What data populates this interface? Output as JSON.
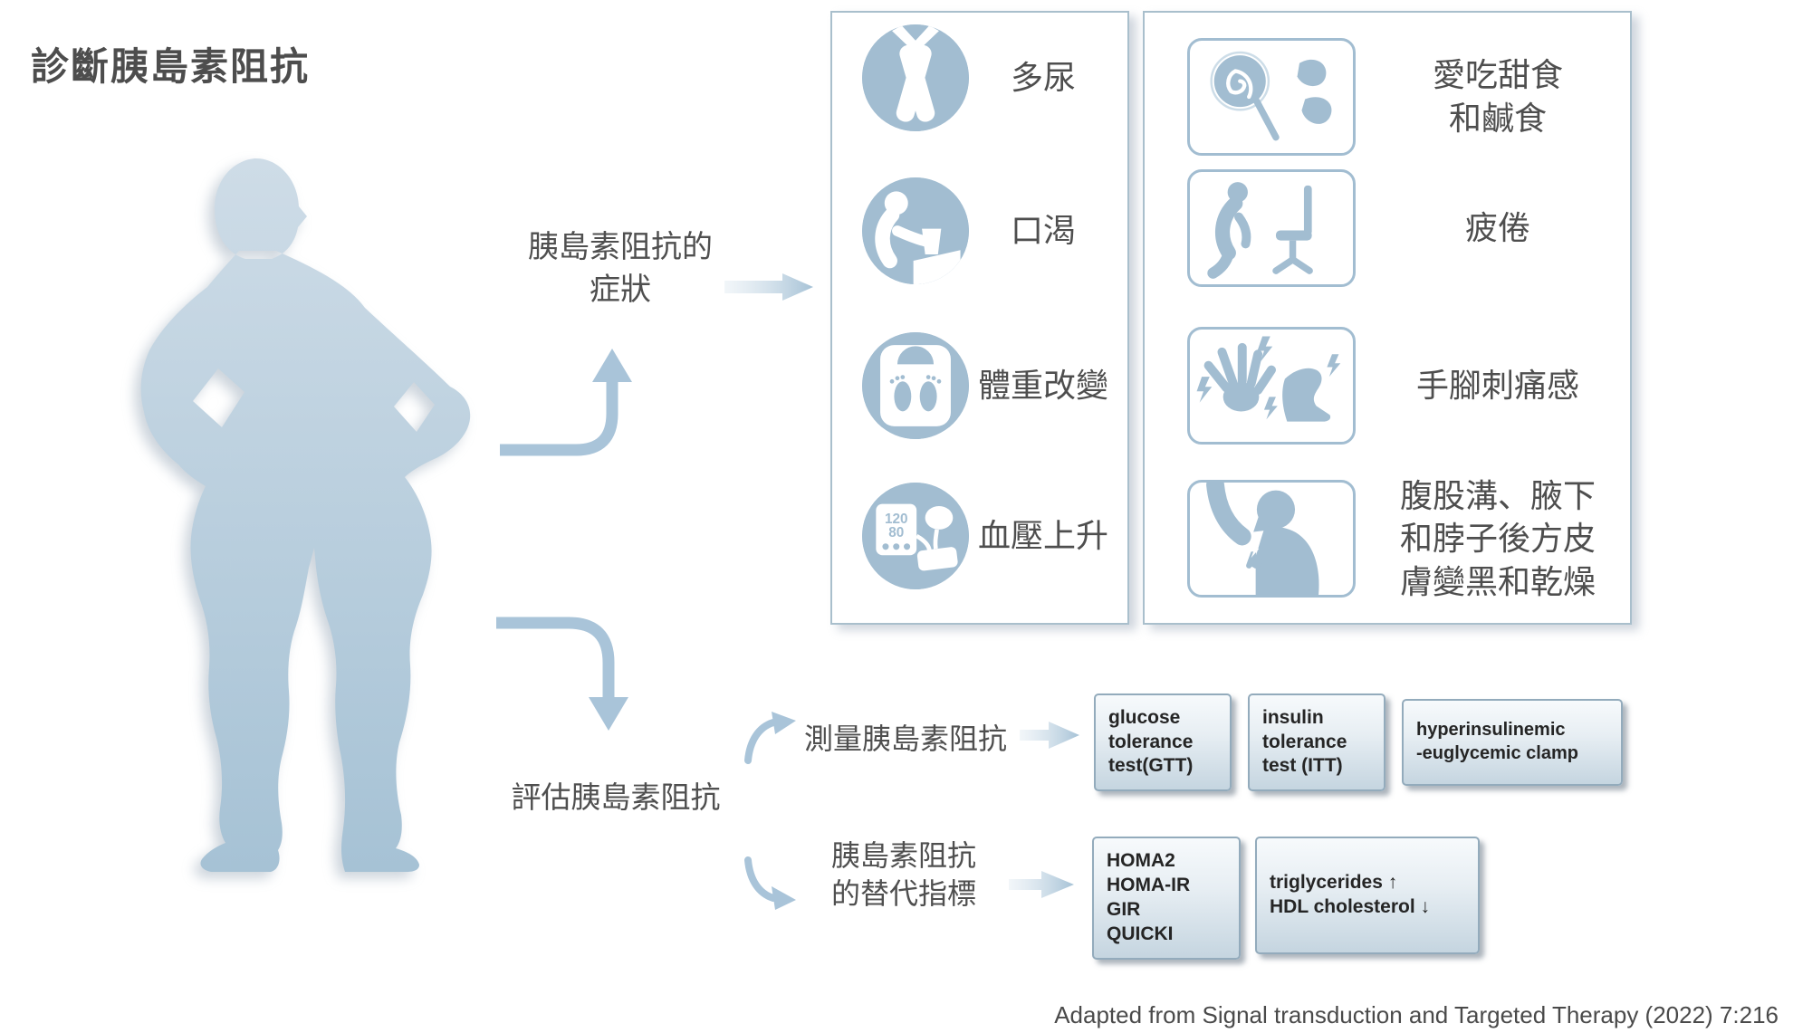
{
  "title": "診斷胰島素阻抗",
  "citation": "Adapted from Signal transduction and Targeted Therapy (2022) 7:216",
  "colors": {
    "icon_blue": "#a2bdd1",
    "arrow_blue": "#a9c4d9",
    "panel_border": "#a9bfcc",
    "label_gray": "#4e4e4e",
    "test_box_text": "#252525"
  },
  "person": {
    "icon": "obese-person-silhouette-icon"
  },
  "symptom_flow": {
    "label": "胰島素阻抗的\n症狀",
    "panel1": {
      "items": [
        {
          "icon": "urination-icon",
          "label": "多尿"
        },
        {
          "icon": "thirst-drinking-icon",
          "label": "口渴"
        },
        {
          "icon": "weight-scale-icon",
          "label": "體重改變"
        },
        {
          "icon": "blood-pressure-icon",
          "label": "血壓上升",
          "bp_systolic": "120",
          "bp_diastolic": "80"
        }
      ]
    },
    "panel2": {
      "items": [
        {
          "icon": "sweet-salty-food-icon",
          "label": "愛吃甜食\n和鹹食"
        },
        {
          "icon": "fatigue-icon",
          "label": "疲倦"
        },
        {
          "icon": "tingling-hands-feet-icon",
          "label": "手腳刺痛感"
        },
        {
          "icon": "dark-dry-skin-icon",
          "label": "腹股溝、腋下\n和脖子後方皮\n膚變黑和乾燥"
        }
      ]
    }
  },
  "assessment_flow": {
    "label": "評估胰島素阻抗",
    "measure": {
      "label": "測量胰島素阻抗",
      "tests": [
        "glucose\ntolerance\ntest(GTT)",
        "insulin\ntolerance\ntest (ITT)",
        "hyperinsulinemic\n-euglycemic clamp"
      ]
    },
    "surrogate": {
      "label": "胰島素阻抗\n的替代指標",
      "markers": [
        "HOMA2\nHOMA-IR\nGIR\nQUICKI",
        "triglycerides ↑\nHDL cholesterol ↓"
      ]
    }
  }
}
